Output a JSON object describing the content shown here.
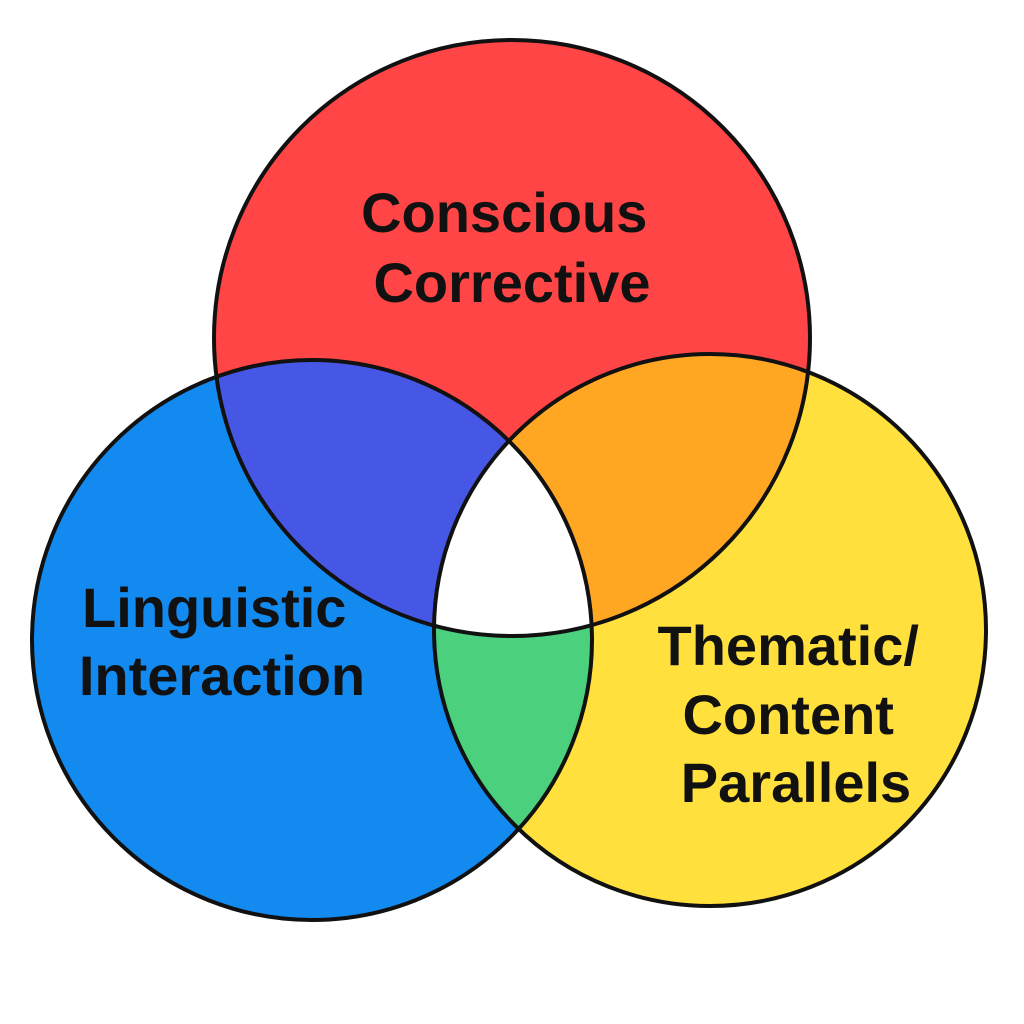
{
  "sets": [
    {
      "id": "top",
      "lines": [
        "Conscious",
        "Corrective"
      ],
      "color": "#FF4545"
    },
    {
      "id": "left",
      "lines": [
        "Linguistic",
        "Interaction"
      ],
      "color": "#138AF0"
    },
    {
      "id": "right",
      "lines": [
        "Thematic/",
        "Content",
        "Parallels"
      ],
      "color": "#FFE03C"
    }
  ],
  "overlap_colors": {
    "top_left": "#4657E6",
    "top_right": "#FFA623",
    "left_right": "#4BD07E",
    "all_three": "#FFFFFF"
  },
  "outline_color": "#111111",
  "background": "#FFFFFF"
}
